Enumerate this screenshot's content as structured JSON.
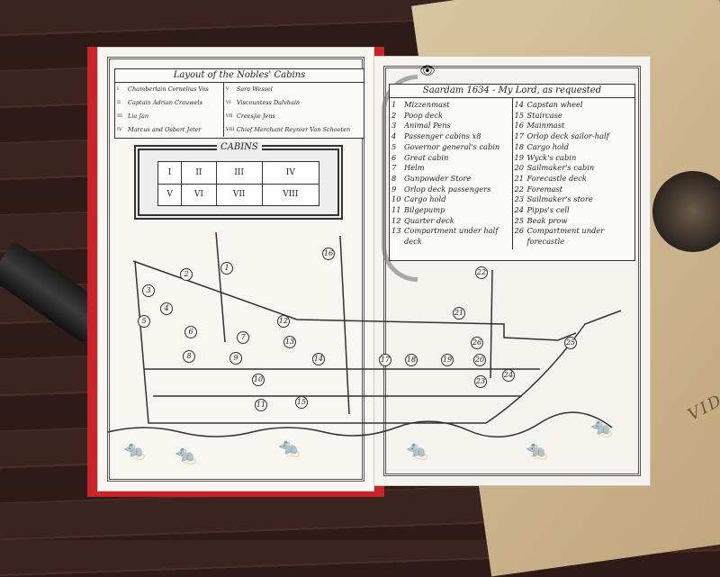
{
  "nobles_table": {
    "title": "Layout of the Nobles' Cabins",
    "left": [
      {
        "num": "I",
        "name": "Chamberlain Cornelius Vos"
      },
      {
        "num": "II",
        "name": "Captain Adrian Crauwels"
      },
      {
        "num": "III",
        "name": "Lia Jan"
      },
      {
        "num": "IV",
        "name": "Marcus and Osbert Jeter"
      }
    ],
    "right": [
      {
        "num": "V",
        "name": "Sara Wessel"
      },
      {
        "num": "VI",
        "name": "Viscountess Dalvhain"
      },
      {
        "num": "VII",
        "name": "Creesjie Jens"
      },
      {
        "num": "VIII",
        "name": "Chief Merchant Reynier Van Schooten"
      }
    ]
  },
  "cabins_plan": {
    "title": "CABINS",
    "rows": [
      [
        "I",
        "II",
        "III",
        "IV"
      ],
      [
        "V",
        "VI",
        "VII",
        "VIII"
      ]
    ]
  },
  "ship_labels": [
    "1",
    "2",
    "3",
    "4",
    "5",
    "6",
    "7",
    "8",
    "9",
    "10",
    "11",
    "12",
    "13",
    "14",
    "15",
    "16",
    "17",
    "18",
    "19",
    "20",
    "21",
    "22",
    "23",
    "24",
    "25",
    "26"
  ],
  "legend": {
    "title": "Saardam 1634 - My Lord, as requested",
    "left": [
      [
        "1",
        "Mizzenmast"
      ],
      [
        "2",
        "Poop deck"
      ],
      [
        "3",
        "Animal Pens"
      ],
      [
        "4",
        "Passenger cabins x8"
      ],
      [
        "5",
        "Governor general's cabin"
      ],
      [
        "6",
        "Great cabin"
      ],
      [
        "7",
        "Helm"
      ],
      [
        "8",
        "Gunpowder Store"
      ],
      [
        "9",
        "Orlop deck passengers"
      ],
      [
        "10",
        "Cargo hold"
      ],
      [
        "11",
        "Bilgepump"
      ],
      [
        "12",
        "Quarter deck"
      ],
      [
        "13",
        "Compartment under half deck"
      ]
    ],
    "right": [
      [
        "14",
        "Capstan wheel"
      ],
      [
        "15",
        "Staircase"
      ],
      [
        "16",
        "Mainmast"
      ],
      [
        "17",
        "Orlop deck sailor-half"
      ],
      [
        "18",
        "Cargo hold"
      ],
      [
        "19",
        "Wyck's cabin"
      ],
      [
        "20",
        "Sailmaker's cabin"
      ],
      [
        "21",
        "Forecastle deck"
      ],
      [
        "22",
        "Foremast"
      ],
      [
        "23",
        "Sailmaker's store"
      ],
      [
        "24",
        "Pipps's cell"
      ],
      [
        "25",
        "Beak prow"
      ],
      [
        "26",
        "Compartment under forecastle"
      ]
    ]
  },
  "map_text": "VIDERI"
}
